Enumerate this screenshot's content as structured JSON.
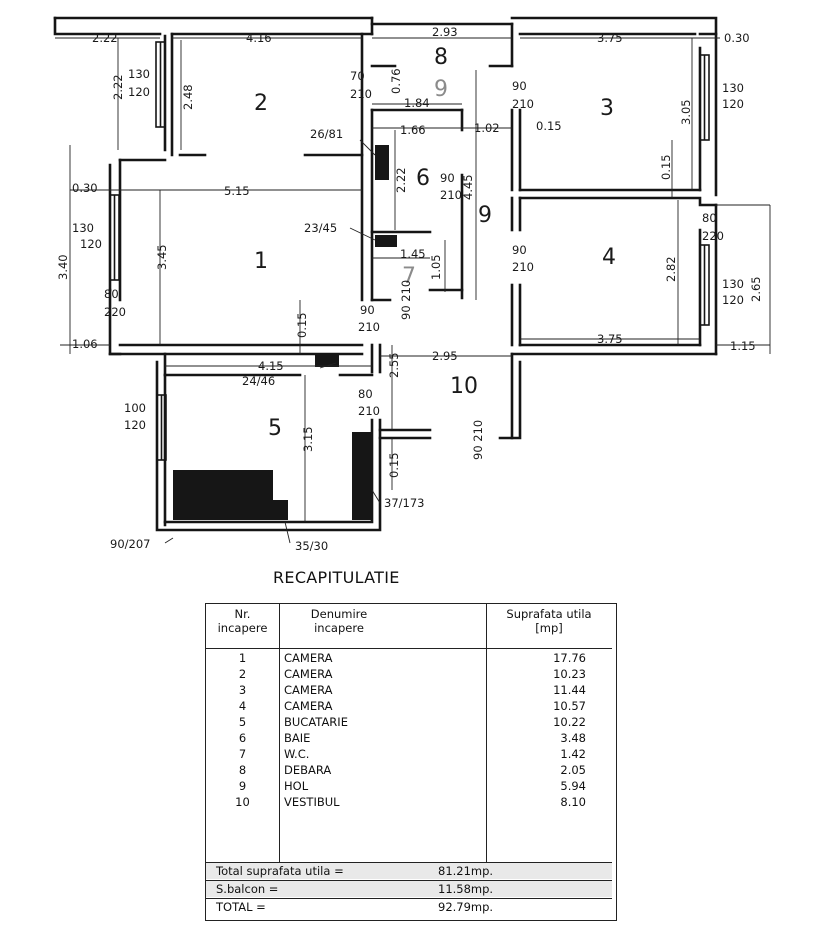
{
  "plan": {
    "room_numbers": [
      "1",
      "2",
      "3",
      "4",
      "5",
      "6",
      "7",
      "8",
      "9",
      "10"
    ],
    "dimensions": {
      "d_2_22_top": "2.22",
      "d_4_16": "4.16",
      "d_2_93": "2.93",
      "d_3_75_top": "3.75",
      "d_0_30_right": "0.30",
      "d_2_22_left": "2.22",
      "d_2_48": "2.48",
      "d_1_84": "1.84",
      "d_1_66": "1.66",
      "d_1_02": "1.02",
      "d_0_15_a": "0.15",
      "d_3_05": "3.05",
      "d_0_15_b": "0.15",
      "d_2_22_bath": "2.22",
      "d_4_45": "4.45",
      "d_0_30_left": "0.30",
      "d_5_15": "5.15",
      "d_3_40": "3.40",
      "d_3_45": "3.45",
      "d_1_45": "1.45",
      "d_1_05": "1.05",
      "d_2_82": "2.82",
      "d_2_65": "2.65",
      "d_1_06": "1.06",
      "d_0_15_c": "0.15",
      "d_3_75_bottom": "3.75",
      "d_1_15": "1.15",
      "d_4_15": "4.15",
      "d_2_55": "2.55",
      "d_2_95": "2.95",
      "d_3_15": "3.15",
      "d_0_15_d": "0.15"
    },
    "openings": {
      "o_130_120_a_w": "130",
      "o_130_120_a_h": "120",
      "o_70_210_w": "70",
      "o_70_210_h": "210",
      "o_076": "0.76",
      "o_90_210_a_w": "90",
      "o_90_210_a_h": "210",
      "o_130_120_b_w": "130",
      "o_130_120_b_h": "120",
      "o_90_210_b_w": "90",
      "o_90_210_b_h": "210",
      "o_130_120_c_w": "130",
      "o_130_120_c_h": "120",
      "o_90_210_c_w": "90",
      "o_90_210_c_h": "210",
      "o_80_220_a_w": "80",
      "o_80_220_a_h": "220",
      "o_130_120_d_w": "130",
      "o_130_120_d_h": "120",
      "o_80_220_b_w": "80",
      "o_80_220_b_h": "220",
      "o_90_210_d_w": "90",
      "o_90_210_d_h": "210",
      "o_90_210_e": "90 210",
      "o_80_210_w": "80",
      "o_80_210_h": "210",
      "o_100_120_w": "100",
      "o_100_120_h": "120",
      "o_90_210_f": "90 210"
    },
    "fixtures": {
      "f_26_81": "26/81",
      "f_23_45": "23/45",
      "f_24_46": "24/46",
      "f_37_173": "37/173",
      "f_90_207": "90/207",
      "f_35_30": "35/30"
    }
  },
  "recap": {
    "title": "RECAPITULATIE",
    "headers": {
      "nr_line1": "Nr.",
      "nr_line2": "incapere",
      "name_line1": "Denumire",
      "name_line2": "incapere",
      "area_line1": "Suprafata utila",
      "area_line2": "[mp]"
    },
    "rows": [
      {
        "nr": "1",
        "name": "CAMERA",
        "area": "17.76"
      },
      {
        "nr": "2",
        "name": "CAMERA",
        "area": "10.23"
      },
      {
        "nr": "3",
        "name": "CAMERA",
        "area": "11.44"
      },
      {
        "nr": "4",
        "name": "CAMERA",
        "area": "10.57"
      },
      {
        "nr": "5",
        "name": "BUCATARIE",
        "area": "10.22"
      },
      {
        "nr": "6",
        "name": "BAIE",
        "area": "3.48"
      },
      {
        "nr": "7",
        "name": "W.C.",
        "area": "1.42"
      },
      {
        "nr": "8",
        "name": "DEBARA",
        "area": "2.05"
      },
      {
        "nr": "9",
        "name": "HOL",
        "area": "5.94"
      },
      {
        "nr": "10",
        "name": "VESTIBUL",
        "area": "8.10"
      }
    ],
    "totals": [
      {
        "label": "Total suprafata utila =",
        "value": "81.21mp."
      },
      {
        "label": "S.balcon =",
        "value": "11.58mp."
      },
      {
        "label": "TOTAL =",
        "value": "92.79mp."
      }
    ]
  }
}
